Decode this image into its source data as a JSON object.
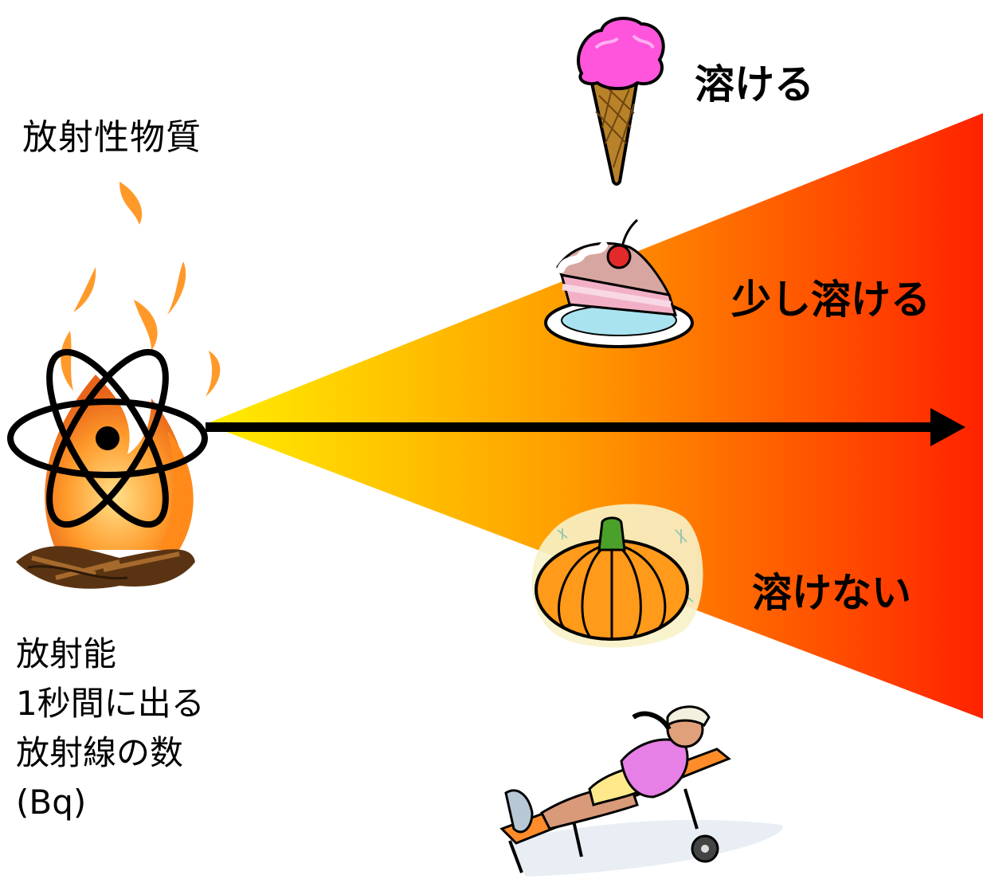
{
  "source": {
    "title": "放射性物質"
  },
  "activity": {
    "line1": "放射能",
    "line2": "1秒間に出る",
    "line3": "放射線の数",
    "line4": "(Bq)"
  },
  "outcomes": [
    {
      "text": "溶ける",
      "icon": "ice-cream-icon"
    },
    {
      "text": "少し溶ける",
      "icon": "cake-icon"
    },
    {
      "text": "溶けない",
      "icon": "pumpkin-icon"
    }
  ],
  "extra_icons": [
    "atom-icon",
    "campfire-icon",
    "sunbather-icon",
    "arrow-icon"
  ],
  "colors": {
    "beam_start": "#ffee00",
    "beam_mid": "#ff9900",
    "beam_end": "#ff2200",
    "arrow": "#000000",
    "icecream": "#ff55dd",
    "cone": "#b8822a",
    "pumpkin": "#ff9a1a",
    "stem": "#4aa02a",
    "shirt": "#e680e6",
    "chair": "#ff8c2a"
  }
}
